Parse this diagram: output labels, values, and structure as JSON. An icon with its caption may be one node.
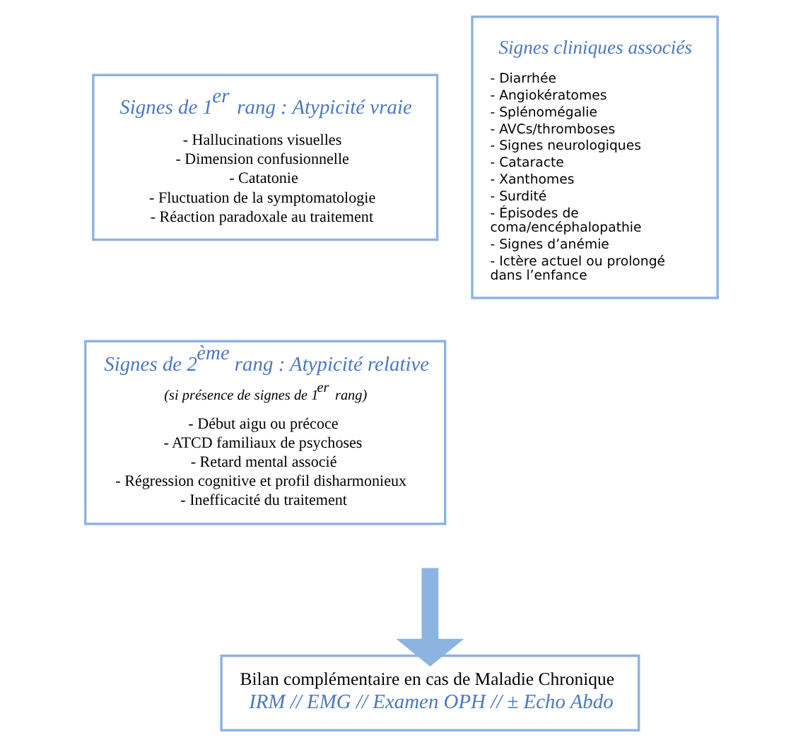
{
  "diagram": {
    "nodes": [
      {
        "text": [
          "Signes de 1$^{er}$ rang : Atypicité vraie",
          "- Hallucinations visuelles",
          "- Dimension confusionnelle",
          "- Catatonie",
          "- Fluctuation de la symptomatologie",
          "- Réaction paradoxale au traitement"
        ]
      },
      {
        "text": [
          "Signes de 2$^{ème}$ rang : Atypicité relative",
          "(si présence de signes de 1$^{er}$ rang)",
          "- Début aigu ou précoce",
          "- ATCD familiaux de psychoses",
          "- Retard mental associé",
          "- Régression cognitive et profil disharmonieux",
          "- Inefficacité du traitement"
        ]
      },
      {
        "text": [
          "Signes cliniques associés",
          "- Diarrhée",
          "- Angiokératomes",
          "- Splénomégalie",
          "- AVCs/thromboses",
          "- Signes neurologiques",
          "- Cataracte",
          "- Xanthomes",
          "- Surdité",
          "- Épisodes de coma/encéphalopathie",
          "- Signes d’anémie",
          "- Ictère actuel ou prolongé dans l’enfance"
        ]
      },
      {
        "text": [
          "Bilan complémentaire en cas de Maladie Chronique",
          "IRM // EMG // Examen OPH // ± Echo Abdo"
        ]
      }
    ],
    "edges": [
      {
        "from": null,
        "to": 3,
        "arrow": "to"
      }
    ]
  }
}
